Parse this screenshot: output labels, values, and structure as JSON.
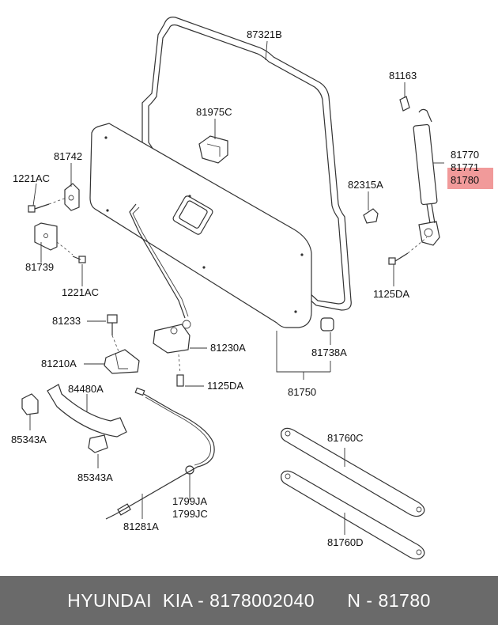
{
  "highlight_color": "#f19a9a",
  "footer": {
    "left": "HYUNDAI  KIA - 8178002040",
    "right": "N - 81780"
  },
  "labels": {
    "l87321B": "87321B",
    "l81163": "81163",
    "l81975C": "81975C",
    "l81742": "81742",
    "l1221AC_a": "1221AC",
    "l81770": "81770",
    "l81771": "81771",
    "l81780": "81780",
    "l82315A": "82315A",
    "l81739": "81739",
    "l1221AC_b": "1221AC",
    "l1125DA_a": "1125DA",
    "l81233": "81233",
    "l81210A": "81210A",
    "l81230A": "81230A",
    "l81738A": "81738A",
    "l1125DA_b": "1125DA",
    "l81750": "81750",
    "l84480A": "84480A",
    "l85343A_a": "85343A",
    "l85343A_b": "85343A",
    "l81760C": "81760C",
    "l1799JA": "1799JA",
    "l1799JC": "1799JC",
    "l81281A": "81281A",
    "l81760D": "81760D"
  }
}
